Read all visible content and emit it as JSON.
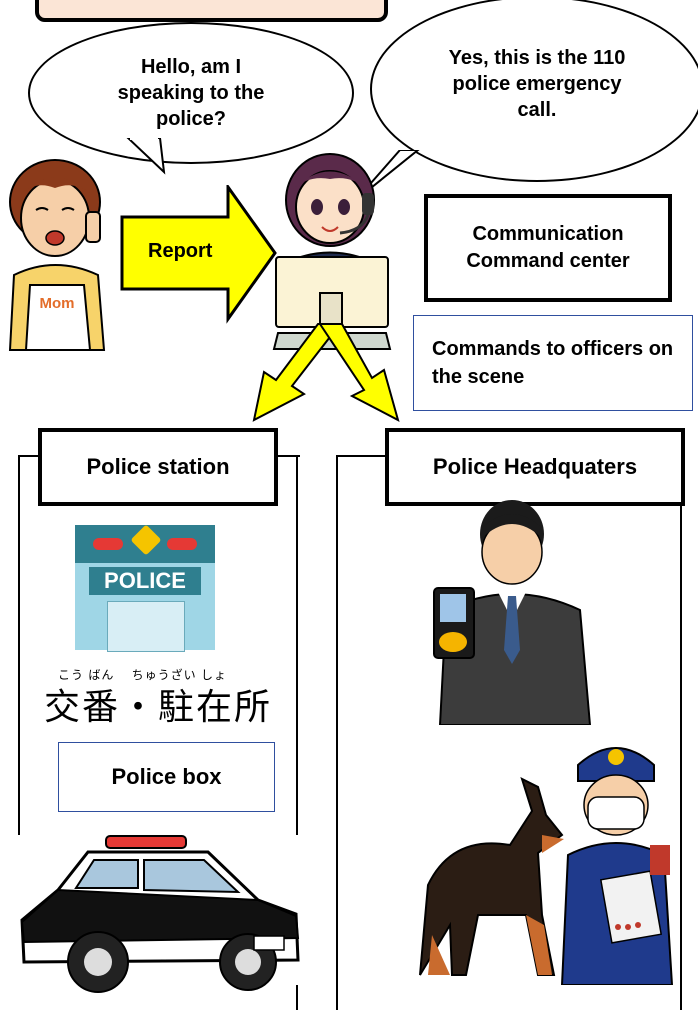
{
  "bubbles": {
    "caller": "Hello, am I speaking to the police?",
    "operator": "Yes, this is the 110 police emergency call."
  },
  "arrow_report": {
    "label": "Report"
  },
  "command_center": {
    "label": "Communication Command center"
  },
  "commands_box": {
    "label": "Commands to officers on the scene"
  },
  "police_station": {
    "title": "Police station",
    "sign_text": "POLICE",
    "koban_ruby": "こう ばん　 ちゅうざい しょ",
    "koban_text": "交番・駐在所",
    "police_box_label": "Police box"
  },
  "headquarters": {
    "title": "Police Headquaters"
  },
  "colors": {
    "arrow_fill": "#ffff00",
    "header_fill": "#fbe5d6",
    "thin_box_border": "#2f4f9f",
    "building_teal": "#2f7f8f",
    "sign_light": "#9fd6e6"
  }
}
